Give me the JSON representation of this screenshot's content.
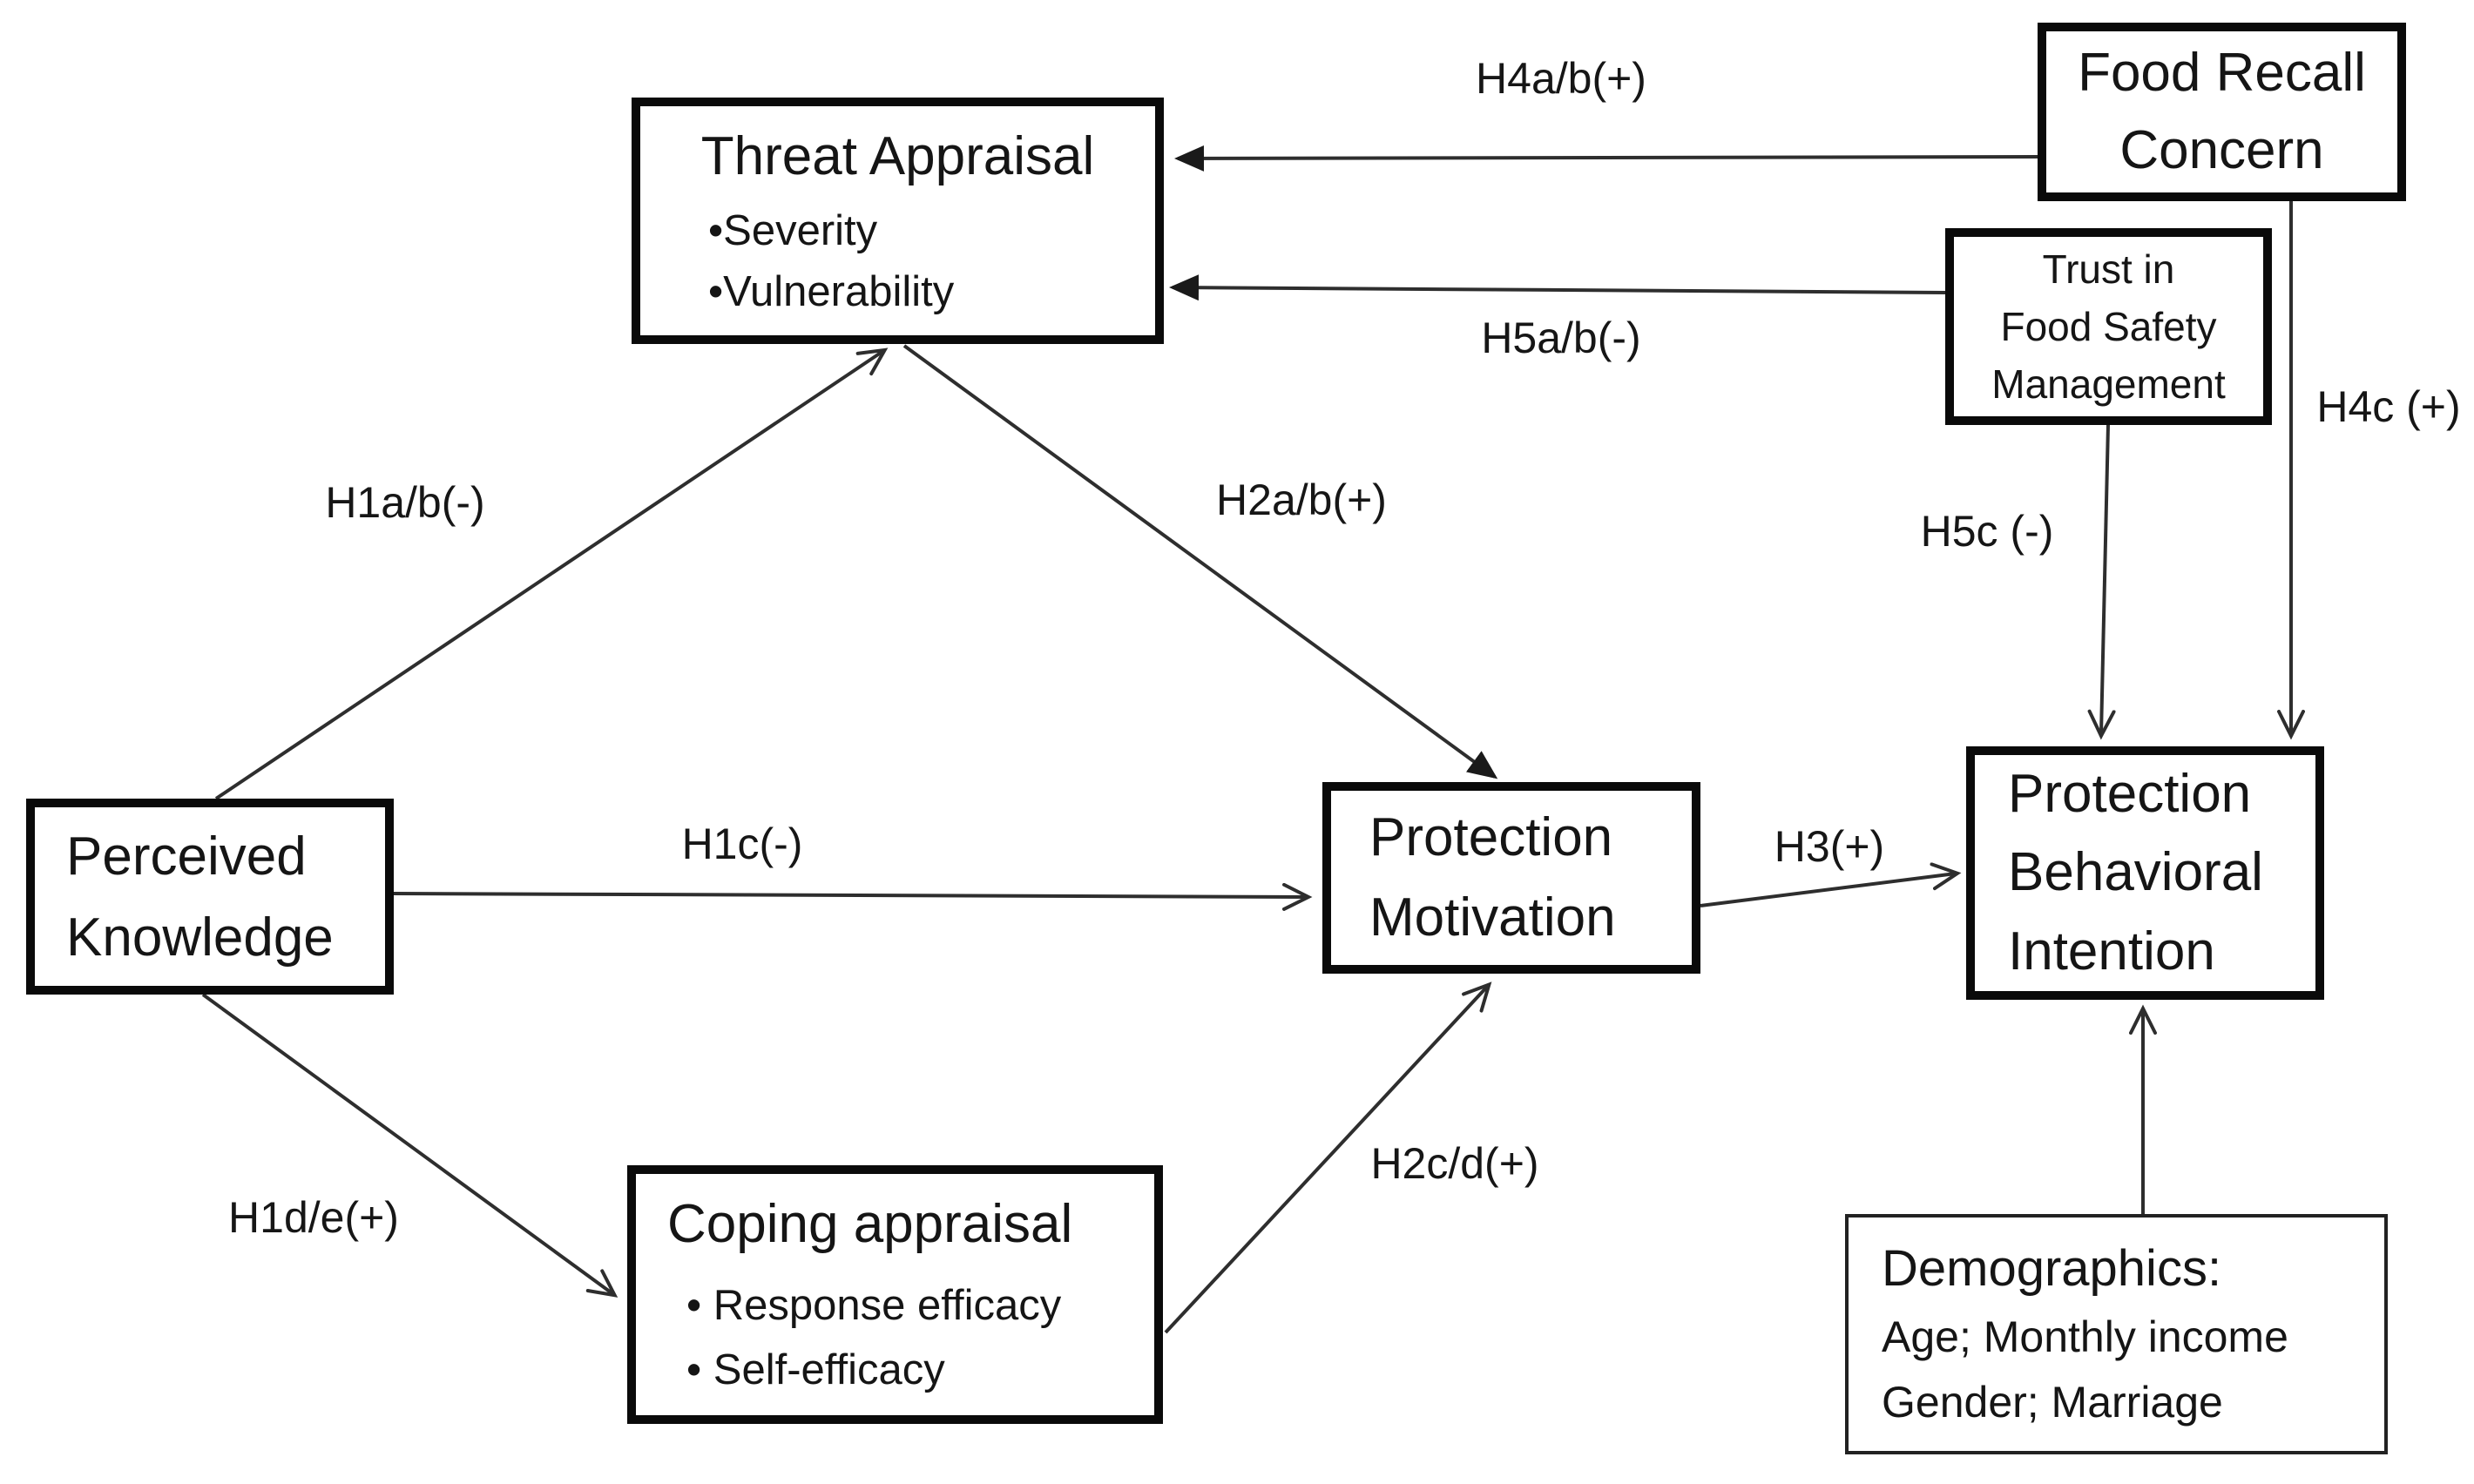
{
  "figure": {
    "type": "path-model-diagram",
    "background_color": "#ffffff",
    "ink_color": "#151515",
    "box_border_color": "#0a0a0a",
    "arrow_color": "#2e2e2e"
  },
  "nodes": {
    "threat_appraisal": {
      "title": "Threat Appraisal",
      "bullets": [
        "•Severity",
        "•Vulnerability"
      ]
    },
    "food_recall_concern": {
      "lines": [
        "Food Recall",
        "Concern"
      ]
    },
    "trust_in_food_safety_management": {
      "lines": [
        "Trust in",
        "Food Safety",
        "Management"
      ]
    },
    "perceived_knowledge": {
      "lines": [
        "Perceived",
        "Knowledge"
      ]
    },
    "protection_motivation": {
      "lines": [
        "Protection",
        "Motivation"
      ]
    },
    "protection_behavioral_intention": {
      "lines": [
        "Protection",
        "Behavioral",
        "Intention"
      ]
    },
    "coping_appraisal": {
      "title": "Coping appraisal",
      "bullets": [
        "• Response efficacy",
        "• Self-efficacy"
      ]
    },
    "demographics": {
      "title": "Demographics:",
      "lines": [
        "Age; Monthly income",
        "Gender; Marriage"
      ]
    }
  },
  "edges": {
    "h1ab": {
      "from": "perceived_knowledge",
      "to": "threat_appraisal",
      "label": "H1a/b(-)"
    },
    "h1c": {
      "from": "perceived_knowledge",
      "to": "protection_motivation",
      "label": "H1c(-)"
    },
    "h1de": {
      "from": "perceived_knowledge",
      "to": "coping_appraisal",
      "label": "H1d/e(+)"
    },
    "h2ab": {
      "from": "threat_appraisal",
      "to": "protection_motivation",
      "label": "H2a/b(+)"
    },
    "h2cd": {
      "from": "coping_appraisal",
      "to": "protection_motivation",
      "label": "H2c/d(+)"
    },
    "h3": {
      "from": "protection_motivation",
      "to": "protection_behavioral_intention",
      "label": "H3(+)"
    },
    "h4ab": {
      "from": "food_recall_concern",
      "to": "threat_appraisal",
      "label": "H4a/b(+)"
    },
    "h4c": {
      "from": "food_recall_concern",
      "to": "protection_behavioral_intention",
      "label": "H4c (+)"
    },
    "h5ab": {
      "from": "trust_in_food_safety_management",
      "to": "threat_appraisal",
      "label": "H5a/b(-)"
    },
    "h5c": {
      "from": "trust_in_food_safety_management",
      "to": "protection_behavioral_intention",
      "label": "H5c (-)"
    },
    "demographics": {
      "from": "demographics",
      "to": "protection_behavioral_intention",
      "label": ""
    }
  }
}
